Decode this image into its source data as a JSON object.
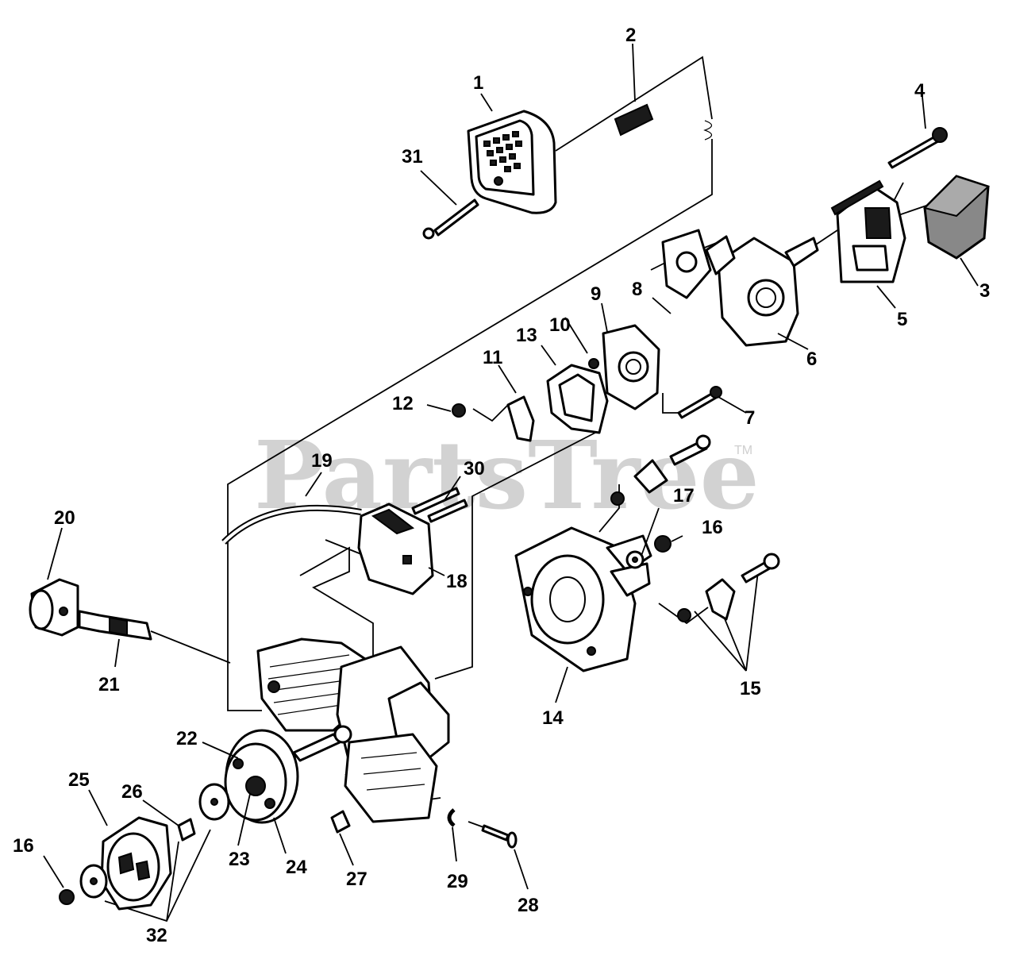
{
  "watermark": {
    "text": "PartsTree",
    "trademark": "TM"
  },
  "callouts": [
    {
      "id": "1",
      "label": "1"
    },
    {
      "id": "2",
      "label": "2"
    },
    {
      "id": "3",
      "label": "3"
    },
    {
      "id": "4",
      "label": "4"
    },
    {
      "id": "5",
      "label": "5"
    },
    {
      "id": "6",
      "label": "6"
    },
    {
      "id": "7",
      "label": "7"
    },
    {
      "id": "8",
      "label": "8"
    },
    {
      "id": "9",
      "label": "9"
    },
    {
      "id": "10",
      "label": "10"
    },
    {
      "id": "11",
      "label": "11"
    },
    {
      "id": "12",
      "label": "12"
    },
    {
      "id": "13",
      "label": "13"
    },
    {
      "id": "14",
      "label": "14"
    },
    {
      "id": "15",
      "label": "15"
    },
    {
      "id": "16a",
      "label": "16"
    },
    {
      "id": "16b",
      "label": "16"
    },
    {
      "id": "17",
      "label": "17"
    },
    {
      "id": "18",
      "label": "18"
    },
    {
      "id": "19",
      "label": "19"
    },
    {
      "id": "20",
      "label": "20"
    },
    {
      "id": "21",
      "label": "21"
    },
    {
      "id": "22",
      "label": "22"
    },
    {
      "id": "23",
      "label": "23"
    },
    {
      "id": "24",
      "label": "24"
    },
    {
      "id": "25",
      "label": "25"
    },
    {
      "id": "26",
      "label": "26"
    },
    {
      "id": "27",
      "label": "27"
    },
    {
      "id": "28",
      "label": "28"
    },
    {
      "id": "29",
      "label": "29"
    },
    {
      "id": "30",
      "label": "30"
    },
    {
      "id": "31",
      "label": "31"
    },
    {
      "id": "32",
      "label": "32"
    }
  ]
}
